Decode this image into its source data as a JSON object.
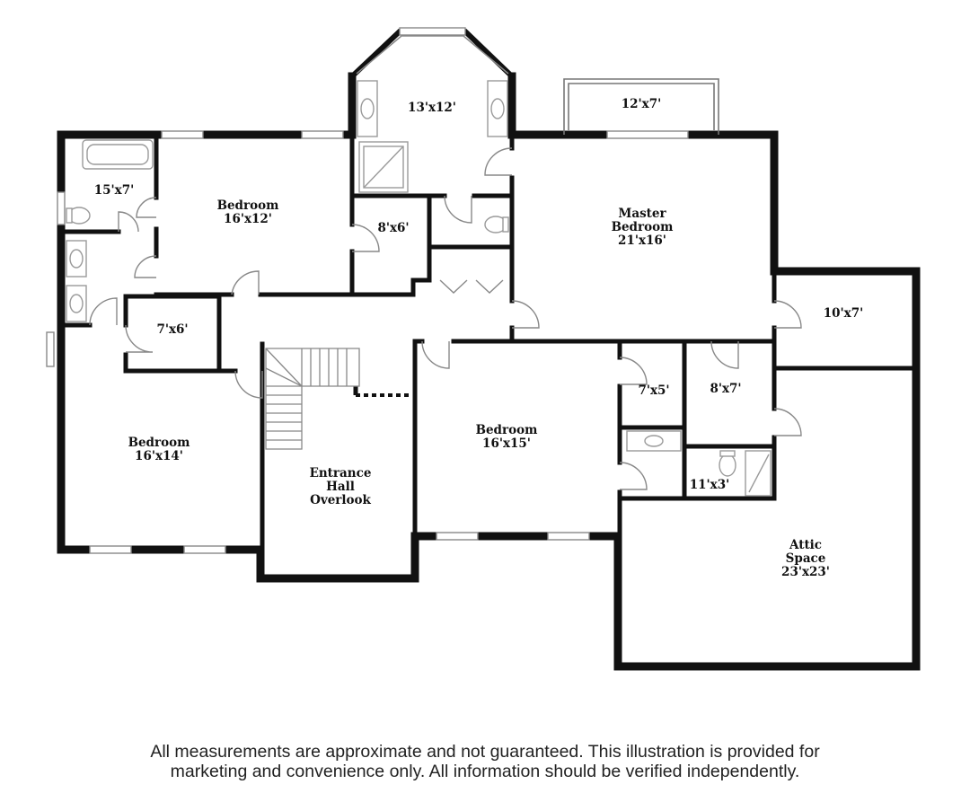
{
  "rooms": {
    "bath_top_left": {
      "dims": "15'x7'"
    },
    "bedroom_top": {
      "name": "Bedroom",
      "dims": "16'x12'"
    },
    "closet_8x6": {
      "dims": "8'x6'"
    },
    "master_bath": {
      "dims": "13'x12'"
    },
    "balcony": {
      "dims": "12'x7'"
    },
    "master_bedroom": {
      "name_line1": "Master",
      "name_line2": "Bedroom",
      "dims": "21'x16'"
    },
    "closet_10x7": {
      "dims": "10'x7'"
    },
    "closet_7x6": {
      "dims": "7'x6'"
    },
    "bedroom_left": {
      "name": "Bedroom",
      "dims": "16'x14'"
    },
    "entrance_hall": {
      "line1": "Entrance",
      "line2": "Hall",
      "line3": "Overlook"
    },
    "bedroom_middle": {
      "name": "Bedroom",
      "dims": "16'x15'"
    },
    "closet_7x5": {
      "dims": "7'x5'"
    },
    "closet_8x7": {
      "dims": "8'x7'"
    },
    "bath_11x3": {
      "dims": "11'x3'"
    },
    "attic": {
      "line1": "Attic",
      "line2": "Space",
      "dims": "23'x23'"
    }
  },
  "disclaimer": {
    "line1": "All measurements are approximate and not guaranteed. This illustration is provided for",
    "line2": "marketing and convenience only. All information should be verified independently."
  },
  "colors": {
    "wall": "#111111",
    "fixture": "#9a9a9a",
    "background": "#ffffff"
  }
}
